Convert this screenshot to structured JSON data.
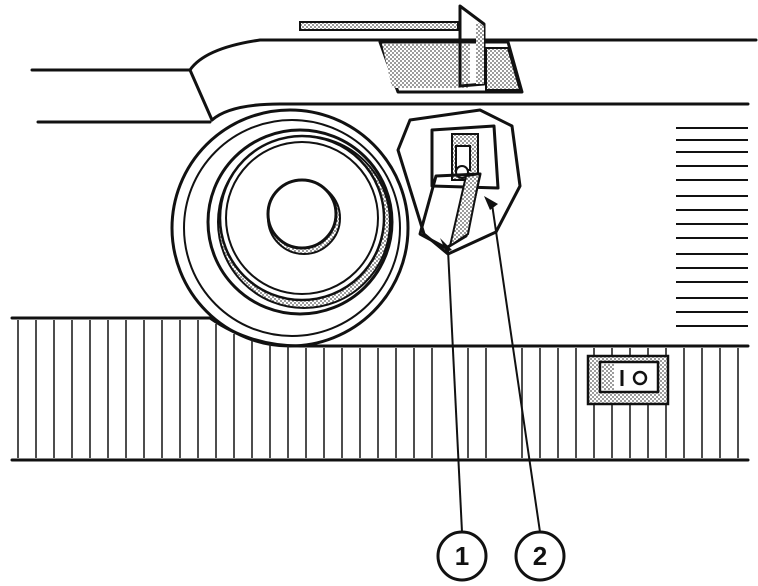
{
  "diagram": {
    "colors": {
      "ink": "#111111",
      "paper": "#ffffff",
      "stipple": "#8a8a8a"
    },
    "callouts": [
      {
        "id": "callout-1",
        "label": "1"
      },
      {
        "id": "callout-2",
        "label": "2"
      }
    ]
  }
}
